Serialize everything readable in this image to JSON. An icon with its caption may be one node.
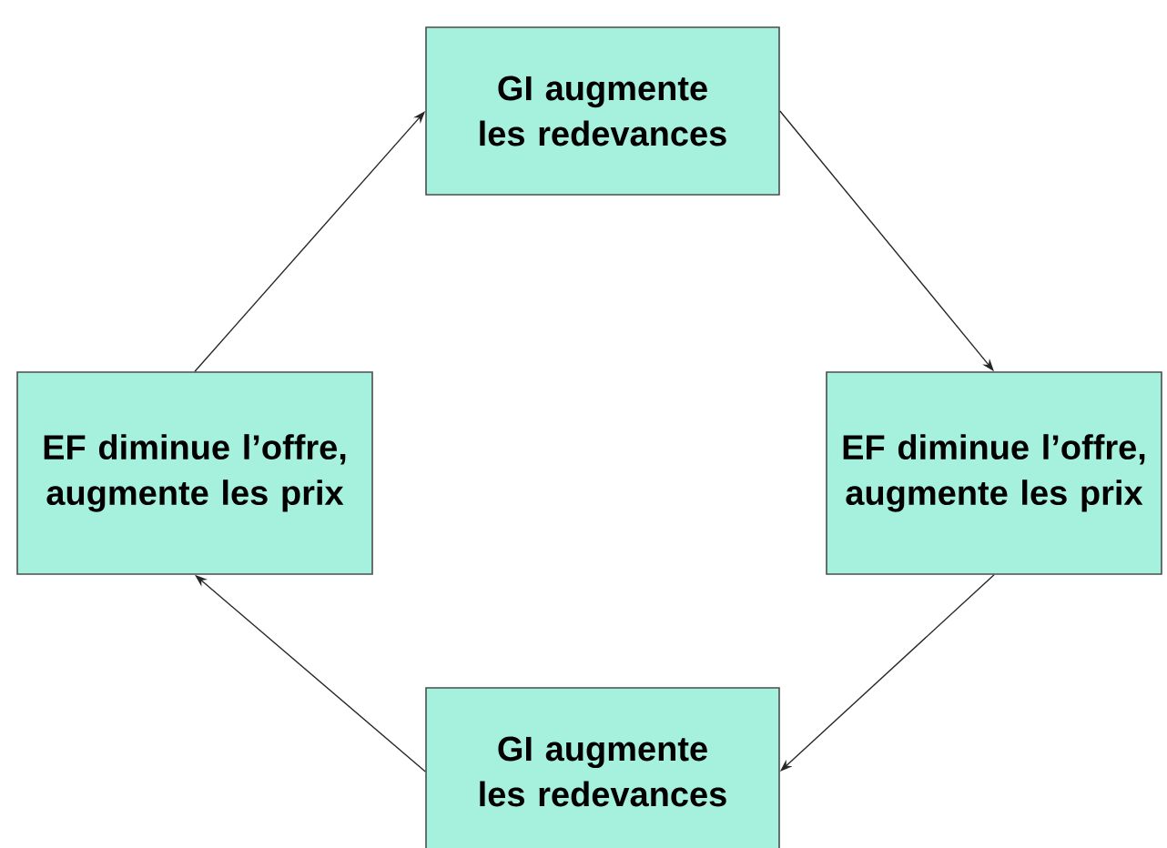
{
  "diagram": {
    "nodes": [
      {
        "text": [
          "GI augmente les redevances"
        ]
      },
      {
        "text": [
          "EF diminue l’offre, augmente les prix"
        ]
      },
      {
        "text": [
          "GI augmente les redevances"
        ]
      },
      {
        "text": [
          "EF diminue l’offre, augmente les prix"
        ]
      }
    ],
    "edges": [
      {
        "from": 0,
        "to": 1,
        "arrow": "to"
      },
      {
        "from": 1,
        "to": 2,
        "arrow": "to"
      },
      {
        "from": 2,
        "to": 3,
        "arrow": "to"
      },
      {
        "from": 3,
        "to": 0,
        "arrow": "to"
      }
    ]
  }
}
